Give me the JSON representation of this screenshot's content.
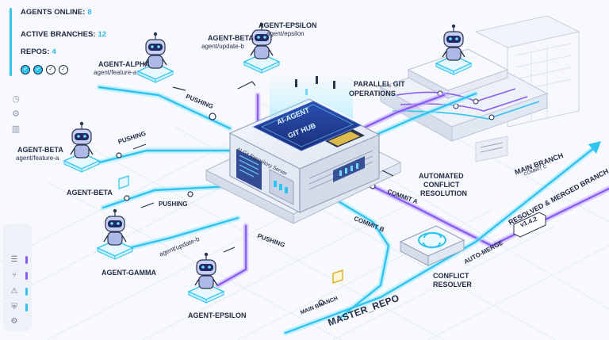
{
  "status": {
    "agents_online_label": "AGENTS ONLINE:",
    "agents_online_value": "8",
    "active_branches_label": "ACTIVE BRANCHES:",
    "active_branches_value": "12",
    "repos_label": "REPOS:",
    "repos_value": "4"
  },
  "agents": {
    "epsilon_top": {
      "name": "AGENT-EPSILON",
      "branch": "agent/epsilon"
    },
    "beta_top": {
      "name": "AGENT-BETA",
      "branch": "agent/update-b"
    },
    "alpha": {
      "name": "AGENT-ALPHA",
      "branch": "agent/feature-a"
    },
    "beta_left": {
      "name": "AGENT-BETA",
      "branch": "agent/feature-a",
      "name2": "AGENT-BETA"
    },
    "gamma": {
      "name": "AGENT-GAMMA",
      "branch": "agent/update-b"
    },
    "epsilon_bottom": {
      "name": "AGENT-EPSILON"
    }
  },
  "labels": {
    "pushing_1": "PUSHING",
    "pushing_2": "PUSHING",
    "pushing_3": "PUSHING",
    "pushing_4": "PUSHING",
    "parallel_ops_1": "PARALLEL GIT",
    "parallel_ops_2": "OPERATIONS",
    "auto_conflict_1": "AUTOMATED",
    "auto_conflict_2": "CONFLICT",
    "auto_conflict_3": "RESOLUTION",
    "commit_a": "COMMIT A",
    "commit_b": "COMMIT B",
    "commit_c": "COMMIT C",
    "main_branch_right": "MAIN BRANCH",
    "resolved_merged": "RESOLVED & MERGED BRANCH",
    "version": "v1.4.2",
    "auto_merge": "AUTO-MERGE",
    "conflict_resolver_1": "CONFLICT",
    "conflict_resolver_2": "RESOLVER",
    "master_repo": "MASTER_REPO",
    "main_branch_bottom": "MAIN BRANCH"
  },
  "server": {
    "screen_title": "AI-AGENT",
    "screen_sub": "GIT HUB",
    "side_label": "AI Git Repository Server"
  },
  "colors": {
    "cyan": "#2fc4f0",
    "cyan_light": "#9be8ff",
    "purple": "#8b5cf6",
    "purple_light": "#c4b0ff",
    "ink": "#1f2a44",
    "platform": "#e6ecf5"
  },
  "icons": {
    "status": [
      "check-circle-icon",
      "check-circle-icon",
      "check-circle-icon",
      "check-outline-icon"
    ],
    "left_toolbar": [
      "clock-icon",
      "gear-icon",
      "bar-chart-icon"
    ],
    "bottom_toolbar": [
      "stack-icon",
      "branch-icon",
      "warning-icon",
      "shield-check-icon",
      "gear-icon"
    ]
  }
}
